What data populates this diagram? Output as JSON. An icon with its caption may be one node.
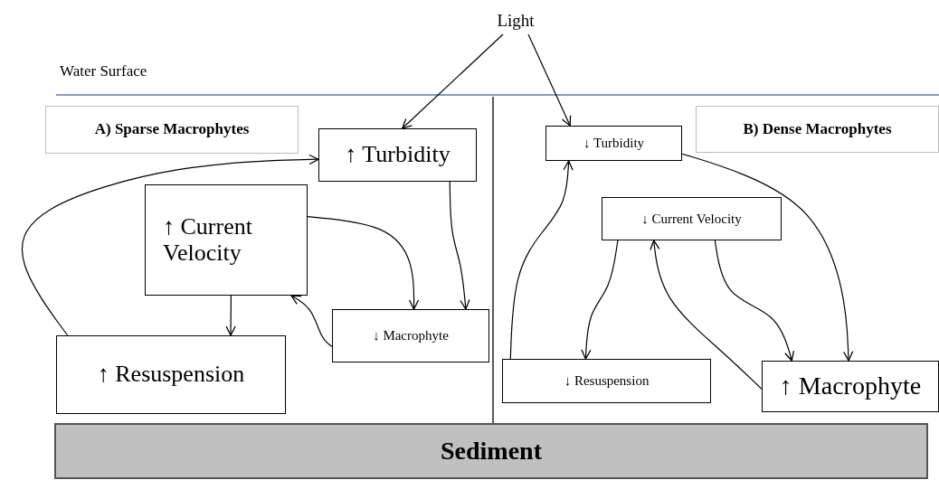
{
  "diagram": {
    "nodes": [
      {
        "text": [
          "Light"
        ]
      },
      {
        "text": [
          "A) Sparse Macrophytes"
        ]
      },
      {
        "text": [
          "↑ Turbidity"
        ]
      },
      {
        "text": [
          "↑ Current Velocity"
        ]
      },
      {
        "text": [
          "↑ Resuspension"
        ]
      },
      {
        "text": [
          "↓ Macrophyte"
        ]
      },
      {
        "text": [
          "↓ Turbidity"
        ]
      },
      {
        "text": [
          "B) Dense Macrophytes"
        ]
      },
      {
        "text": [
          "↓ Current Velocity"
        ]
      },
      {
        "text": [
          "↓ Resuspension"
        ]
      },
      {
        "text": [
          "↑ Macrophyte"
        ]
      },
      {
        "text": [
          "Sediment"
        ]
      }
    ],
    "edges": [
      {
        "from": 0,
        "to": 2,
        "arrow": "to"
      },
      {
        "from": 0,
        "to": 6,
        "arrow": "to"
      },
      {
        "from": 4,
        "to": 2,
        "arrow": "to"
      },
      {
        "from": 3,
        "to": 5,
        "arrow": "to"
      },
      {
        "from": 2,
        "to": 5,
        "arrow": "to"
      },
      {
        "from": 5,
        "to": 3,
        "arrow": "to"
      },
      {
        "from": 3,
        "to": 4,
        "arrow": "to"
      },
      {
        "from": 9,
        "to": 6,
        "arrow": "to"
      },
      {
        "from": 8,
        "to": 9,
        "arrow": "to"
      },
      {
        "from": 8,
        "to": 10,
        "arrow": "to"
      },
      {
        "from": 6,
        "to": 10,
        "arrow": "to"
      },
      {
        "from": 10,
        "to": 8,
        "arrow": "to"
      }
    ],
    "labels": [
      "Water Surface"
    ]
  }
}
